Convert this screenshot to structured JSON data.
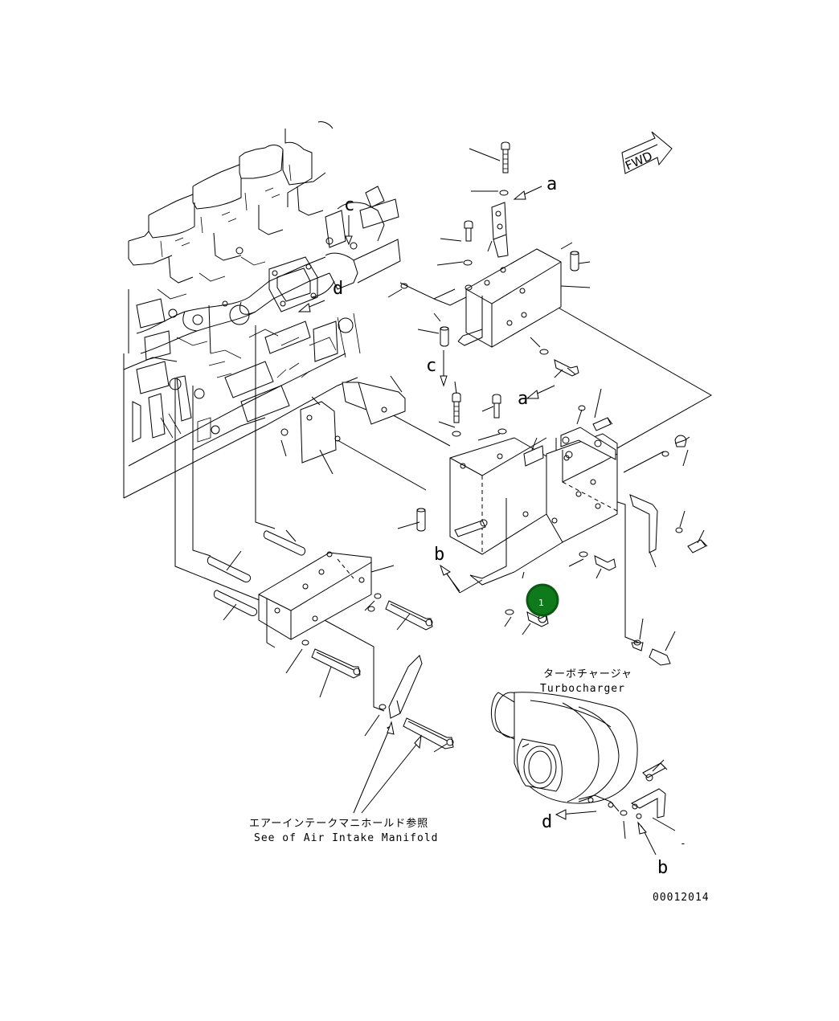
{
  "colors": {
    "line": "#000000",
    "background": "#ffffff",
    "callout_fill": "#0f7a1c",
    "callout_ring": "#0b5a14"
  },
  "direction_marker": {
    "text": "FWD",
    "icon": "fwd-arrow-icon"
  },
  "letters": {
    "a_upper": "a",
    "a_lower": "a",
    "b_left": "b",
    "b_right": "b",
    "c_upper": "c",
    "c_lower": "c",
    "d_upper": "d",
    "d_lower": "d"
  },
  "callouts": [
    {
      "number": "1",
      "color": "#0f7a1c"
    }
  ],
  "turbocharger_caption": {
    "japanese": "ターボチャージャ",
    "english": "Turbocharger"
  },
  "air_intake_caption": {
    "japanese": "エアーインテークマニホールド参照",
    "english": "See of Air Intake Manifold"
  },
  "stray_mark": "-",
  "drawing_number": "00012014"
}
